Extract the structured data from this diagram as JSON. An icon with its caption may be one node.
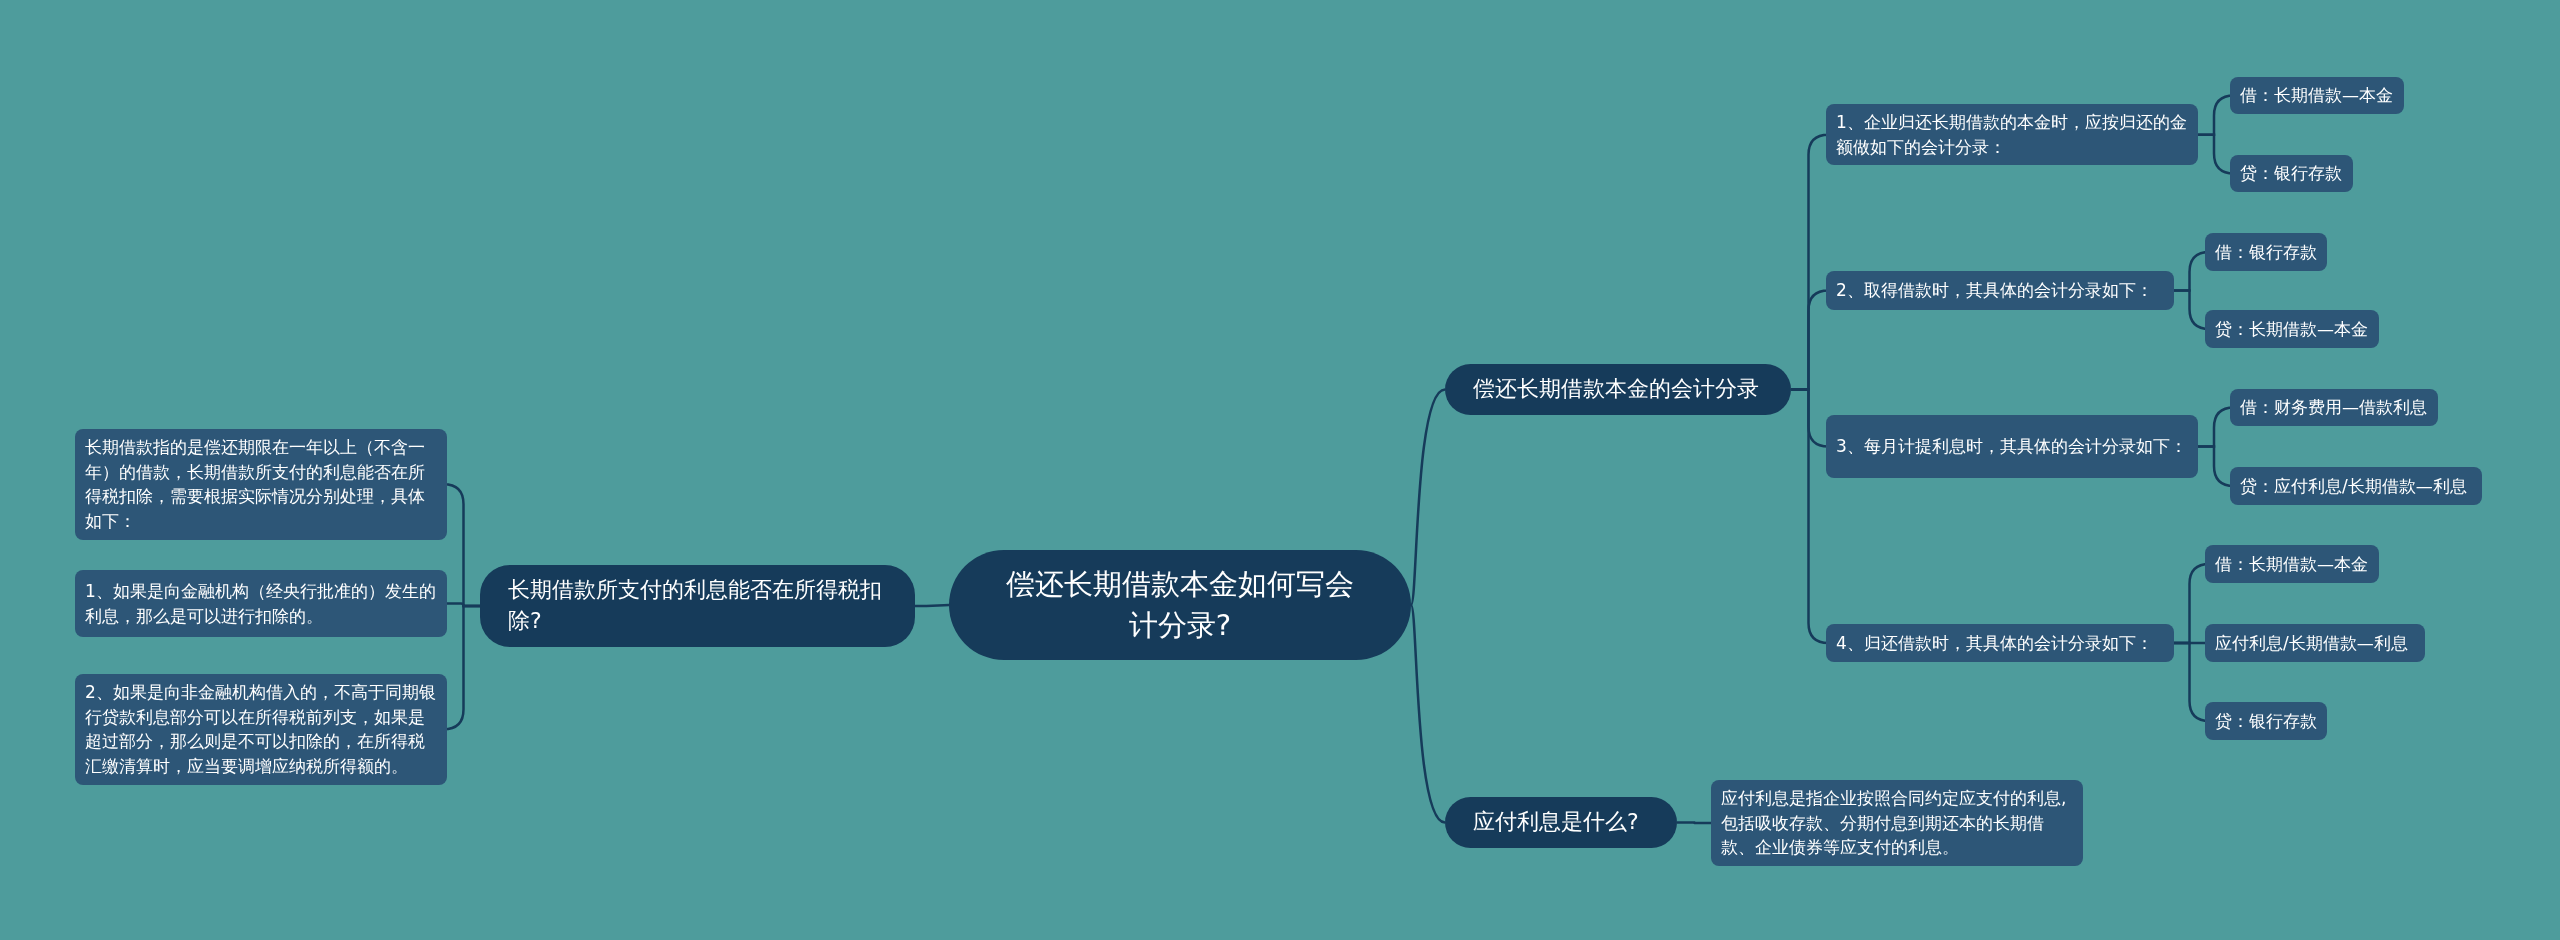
{
  "diagram": {
    "nodes": [
      {
        "text": [
          "偿还长期借款本金如何写会计分录?"
        ]
      },
      {
        "text": [
          "偿还长期借款本金的会计分录"
        ]
      },
      {
        "text": [
          "1、企业归还长期借款的本金时，应按归还的金额做如下的会计分录："
        ]
      },
      {
        "text": [
          "借：长期借款—本金"
        ]
      },
      {
        "text": [
          "贷：银行存款"
        ]
      },
      {
        "text": [
          "2、取得借款时，其具体的会计分录如下："
        ]
      },
      {
        "text": [
          "借：银行存款"
        ]
      },
      {
        "text": [
          "贷：长期借款—本金"
        ]
      },
      {
        "text": [
          "3、每月计提利息时，其具体的会计分录如下："
        ]
      },
      {
        "text": [
          "借：财务费用—借款利息"
        ]
      },
      {
        "text": [
          "贷：应付利息/长期借款—利息"
        ]
      },
      {
        "text": [
          "4、归还借款时，其具体的会计分录如下："
        ]
      },
      {
        "text": [
          "借：长期借款—本金"
        ]
      },
      {
        "text": [
          "应付利息/长期借款—利息"
        ]
      },
      {
        "text": [
          "贷：银行存款"
        ]
      },
      {
        "text": [
          "应付利息是什么?"
        ]
      },
      {
        "text": [
          "应付利息是指企业按照合同约定应支付的利息,包括吸收存款、分期付息到期还本的长期借款、企业债券等应支付的利息。"
        ]
      },
      {
        "text": [
          "长期借款所支付的利息能否在所得税扣除?"
        ]
      },
      {
        "text": [
          "长期借款指的是偿还期限在一年以上（不含一年）的借款，长期借款所支付的利息能否在所得税扣除，需要根据实际情况分别处理，具体如下："
        ]
      },
      {
        "text": [
          "1、如果是向金融机构（经央行批准的）发生的利息，那么是可以进行扣除的。"
        ]
      },
      {
        "text": [
          "2、如果是向非金融机构借入的，不高于同期银行贷款利息部分可以在所得税前列支，如果是超过部分，那么则是不可以扣除的，在所得税汇缴清算时，应当要调增应纳税所得额的。"
        ]
      }
    ],
    "edges": [
      {
        "from": 0,
        "to": 1,
        "arrow": "none"
      },
      {
        "from": 1,
        "to": 2,
        "arrow": "none"
      },
      {
        "from": 2,
        "to": 3,
        "arrow": "none"
      },
      {
        "from": 2,
        "to": 4,
        "arrow": "none"
      },
      {
        "from": 1,
        "to": 5,
        "arrow": "none"
      },
      {
        "from": 5,
        "to": 6,
        "arrow": "none"
      },
      {
        "from": 5,
        "to": 7,
        "arrow": "none"
      },
      {
        "from": 1,
        "to": 8,
        "arrow": "none"
      },
      {
        "from": 8,
        "to": 9,
        "arrow": "none"
      },
      {
        "from": 8,
        "to": 10,
        "arrow": "none"
      },
      {
        "from": 1,
        "to": 11,
        "arrow": "none"
      },
      {
        "from": 11,
        "to": 12,
        "arrow": "none"
      },
      {
        "from": 11,
        "to": 13,
        "arrow": "none"
      },
      {
        "from": 11,
        "to": 14,
        "arrow": "none"
      },
      {
        "from": 0,
        "to": 15,
        "arrow": "none"
      },
      {
        "from": 15,
        "to": 16,
        "arrow": "none"
      },
      {
        "from": 0,
        "to": 17,
        "arrow": "none"
      },
      {
        "from": 17,
        "to": 18,
        "arrow": "none"
      },
      {
        "from": 17,
        "to": 19,
        "arrow": "none"
      },
      {
        "from": 17,
        "to": 20,
        "arrow": "none"
      }
    ]
  }
}
